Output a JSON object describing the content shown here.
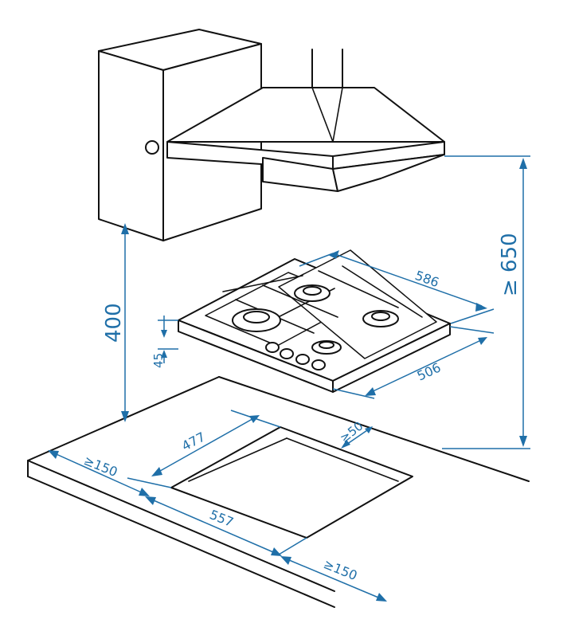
{
  "colors": {
    "line": "#111111",
    "dimension": "#1f6fa8"
  },
  "dimensions": {
    "hood_height": "≥ 650",
    "cabinet_clearance": "400",
    "hob_depth": "586",
    "hob_width": "506",
    "hob_height": "45",
    "cutout_depth": "477",
    "cutout_width": "557",
    "back_gap": "≥50",
    "side_left": "≥150",
    "side_right": "≥150"
  }
}
